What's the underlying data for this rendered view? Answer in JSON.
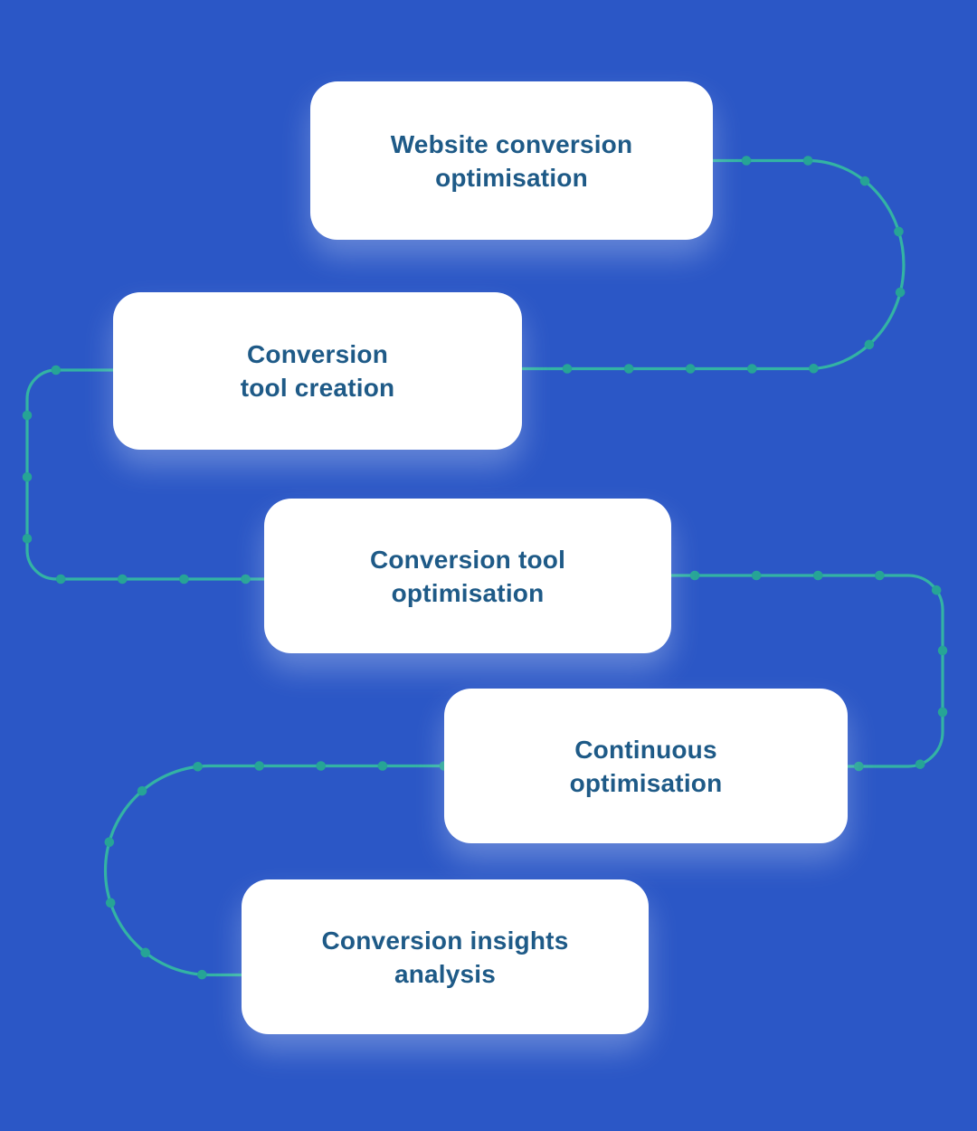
{
  "theme": {
    "background": "#2B57C6",
    "card_background": "#FFFFFF",
    "label_color": "#1E5A87",
    "connector_line_color": "#33B3A4",
    "connector_dot_color": "#26A496"
  },
  "diagram": {
    "steps": [
      {
        "line1": "Website conversion",
        "line2": "optimisation"
      },
      {
        "line1": "Conversion",
        "line2": "tool creation"
      },
      {
        "line1": "Conversion tool",
        "line2": "optimisation"
      },
      {
        "line1": "Continuous",
        "line2": "optimisation"
      },
      {
        "line1": "Conversion insights",
        "line2": "analysis"
      }
    ]
  }
}
